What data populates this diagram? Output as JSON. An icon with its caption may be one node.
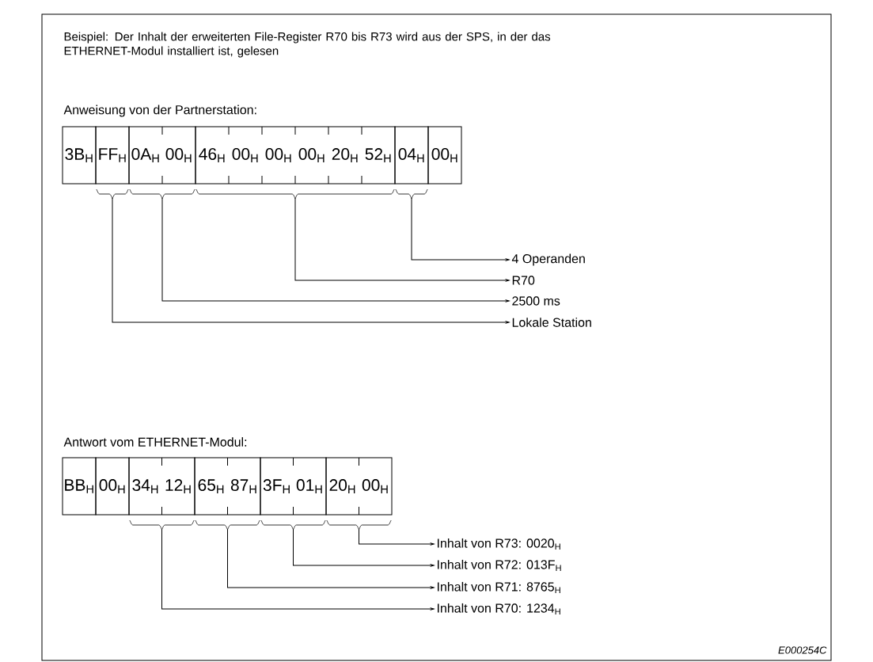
{
  "diagram": {
    "title": "Beispiel: Der Inhalt der erweiterten File-Register R70 bis R73 wird aus der SPS, in der das ETHERNET-Modul installiert ist, gelesen",
    "nodes": [
      {
        "text": [
          "3B$_{H}$"
        ]
      },
      {
        "text": [
          "FF$_{H}$"
        ]
      },
      {
        "text": [
          "0A$_{H}$",
          "00$_{H}$"
        ]
      },
      {
        "text": [
          "46$_{H}$",
          "00$_{H}$",
          "00$_{H}$",
          "00$_{H}$",
          "20$_{H}$",
          "52$_{H}$"
        ]
      },
      {
        "text": [
          "04$_{H}$"
        ]
      },
      {
        "text": [
          "00$_{H}$"
        ]
      },
      {
        "text": [],
        "shape": "brace"
      },
      {
        "text": [],
        "shape": "brace"
      },
      {
        "text": [],
        "shape": "brace"
      },
      {
        "text": [],
        "shape": "brace"
      },
      {
        "text": [
          "4 Operanden"
        ]
      },
      {
        "text": [
          "R70"
        ]
      },
      {
        "text": [
          "2500 ms"
        ]
      },
      {
        "text": [
          "Lokale Station"
        ]
      },
      {
        "text": [
          "BB$_{H}$"
        ]
      },
      {
        "text": [
          "00$_{H}$"
        ]
      },
      {
        "text": [
          "34$_{H}$",
          "12$_{H}$"
        ]
      },
      {
        "text": [
          "65$_{H}$",
          "87$_{H}$"
        ]
      },
      {
        "text": [
          "3F$_{H}$",
          "01$_{H}$"
        ]
      },
      {
        "text": [
          "20$_{H}$",
          "00$_{H}$"
        ]
      },
      {
        "text": [],
        "shape": "brace"
      },
      {
        "text": [],
        "shape": "brace"
      },
      {
        "text": [],
        "shape": "brace"
      },
      {
        "text": [],
        "shape": "brace"
      },
      {
        "text": [
          "Inhalt von R73: 0020$_{H}$"
        ]
      },
      {
        "text": [
          "Inhalt von R72: 013F$_{H}$"
        ]
      },
      {
        "text": [
          "Inhalt von R71: 8765$_{H}$"
        ]
      },
      {
        "text": [
          "Inhalt von R70: 1234$_{H}$"
        ]
      }
    ],
    "edges": [
      {
        "from": 9,
        "to": 10,
        "arrow": "to"
      },
      {
        "from": 8,
        "to": 11,
        "arrow": "to"
      },
      {
        "from": 7,
        "to": 12,
        "arrow": "to"
      },
      {
        "from": 6,
        "to": 13,
        "arrow": "to"
      },
      {
        "from": 23,
        "to": 24,
        "arrow": "to"
      },
      {
        "from": 22,
        "to": 25,
        "arrow": "to"
      },
      {
        "from": 21,
        "to": 26,
        "arrow": "to"
      },
      {
        "from": 20,
        "to": 27,
        "arrow": "to"
      }
    ],
    "labels": [
      "Anweisung von der Partnerstation:",
      "Antwort vom ETHERNET-Modul:",
      "E000254C"
    ]
  }
}
